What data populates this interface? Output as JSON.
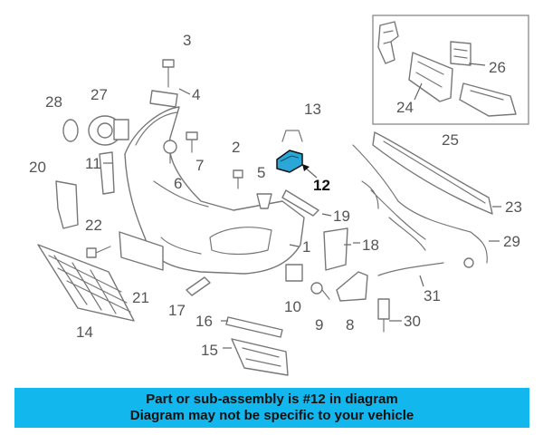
{
  "callouts": {
    "c1": "1",
    "c2": "2",
    "c3": "3",
    "c4": "4",
    "c5": "5",
    "c6": "6",
    "c7": "7",
    "c8": "8",
    "c9": "9",
    "c10": "10",
    "c11": "11",
    "c12": "12",
    "c13": "13",
    "c14": "14",
    "c15": "15",
    "c16": "16",
    "c17": "17",
    "c18": "18",
    "c19": "19",
    "c20": "20",
    "c21": "21",
    "c22": "22",
    "c23": "23",
    "c24": "24",
    "c25": "25",
    "c26": "26",
    "c27": "27",
    "c28": "28",
    "c29": "29",
    "c30": "30",
    "c31": "31"
  },
  "highlight_part": "12",
  "colors": {
    "banner": "#12b7ee",
    "highlight_part_fill": "#2aa7d6",
    "line_art": "#777777"
  },
  "banner": {
    "line1": "Part or sub-assembly is #12 in diagram",
    "line2": "Diagram may not be specific to your vehicle"
  }
}
